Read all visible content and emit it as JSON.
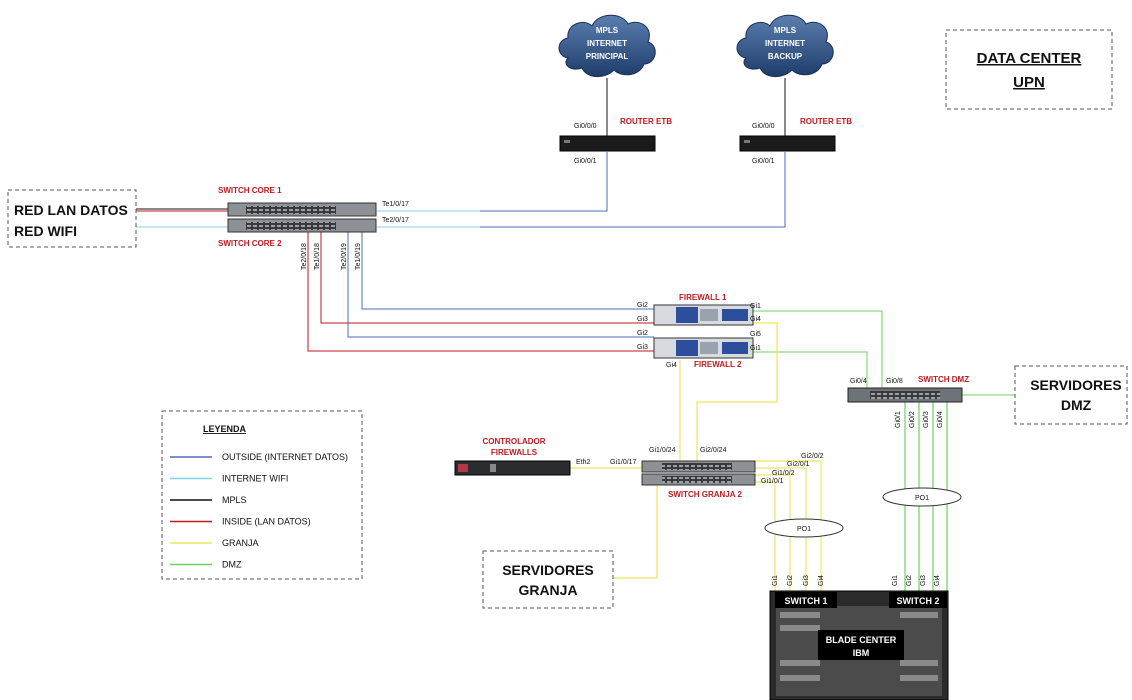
{
  "title": {
    "line1": "DATA CENTER",
    "line2": "UPN"
  },
  "clouds": [
    {
      "lines": [
        "MPLS",
        "INTERNET",
        "PRINCIPAL"
      ]
    },
    {
      "lines": [
        "MPLS",
        "INTERNET",
        "BACKUP"
      ]
    }
  ],
  "routers": [
    {
      "name": "ROUTER ETB",
      "port_top": "Gi0/0/0",
      "port_bottom": "Gi0/0/1"
    },
    {
      "name": "ROUTER ETB",
      "port_top": "Gi0/0/0",
      "port_bottom": "Gi0/0/1"
    }
  ],
  "lan_box": {
    "line1": "RED LAN DATOS",
    "line2": "RED WIFI"
  },
  "switch_core": {
    "core1": "SWITCH CORE 1",
    "core2": "SWITCH CORE 2",
    "ports": [
      "Te1/0/17",
      "Te2/0/17",
      "Te2/0/18",
      "Te1/0/18",
      "Te2/0/19",
      "Te1/0/19"
    ]
  },
  "firewalls": {
    "fw1": "FIREWALL 1",
    "fw2": "FIREWALL 2",
    "fw1_ports": [
      "Gi2",
      "Gi3",
      "Gi1",
      "Gi4",
      "Gi5"
    ],
    "fw2_ports": [
      "Gi2",
      "Gi3",
      "Gi1",
      "Gi4"
    ]
  },
  "switch_dmz": {
    "name": "SWITCH DMZ",
    "ports_top": [
      "Gi0/4",
      "Gi0/8"
    ],
    "ports_down": [
      "Gi0/1",
      "Gi0/2",
      "Gi0/3",
      "Gi0/4"
    ]
  },
  "servidores_dmz": {
    "line1": "SERVIDORES",
    "line2": "DMZ"
  },
  "controlador": {
    "name_line1": "CONTROLADOR",
    "name_line2": "FIREWALLS",
    "port": "Eth2"
  },
  "switch_granja": {
    "name": "SWITCH GRANJA 2",
    "ports": [
      "Gi1/0/17",
      "Gi1/0/24",
      "Gi2/0/24",
      "Gi2/0/2",
      "Gi2/0/1",
      "Gi1/0/2",
      "Gi1/0/1"
    ]
  },
  "po_labels": [
    "PO1",
    "PO1"
  ],
  "servidores_granja": {
    "line1": "SERVIDORES",
    "line2": "GRANJA"
  },
  "blade": {
    "switch1": "SWITCH 1",
    "switch2": "SWITCH 2",
    "name_line1": "BLADE CENTER",
    "name_line2": "IBM",
    "sw1_ports": [
      "Gi1",
      "Gi2",
      "Gi3",
      "Gi4"
    ],
    "sw2_ports": [
      "Gi1",
      "Gi2",
      "Gi3",
      "Gi4"
    ]
  },
  "legend": {
    "title": "LEYENDA",
    "items": [
      {
        "label": "OUTSIDE (INTERNET DATOS)",
        "color": "#4a6fb8"
      },
      {
        "label": "INTERNET WIFI",
        "color": "#7fd6e8"
      },
      {
        "label": "MPLS",
        "color": "#111111"
      },
      {
        "label": "INSIDE (LAN DATOS)",
        "color": "#c0191f"
      },
      {
        "label": "GRANJA",
        "color": "#f2e35c"
      },
      {
        "label": "DMZ",
        "color": "#6ed35c"
      }
    ]
  },
  "colors": {
    "outside": "#4a6fb8",
    "wifi": "#7fd6e8",
    "mpls": "#111111",
    "inside": "#c0191f",
    "granja": "#f2e35c",
    "dmz": "#6ed35c"
  }
}
